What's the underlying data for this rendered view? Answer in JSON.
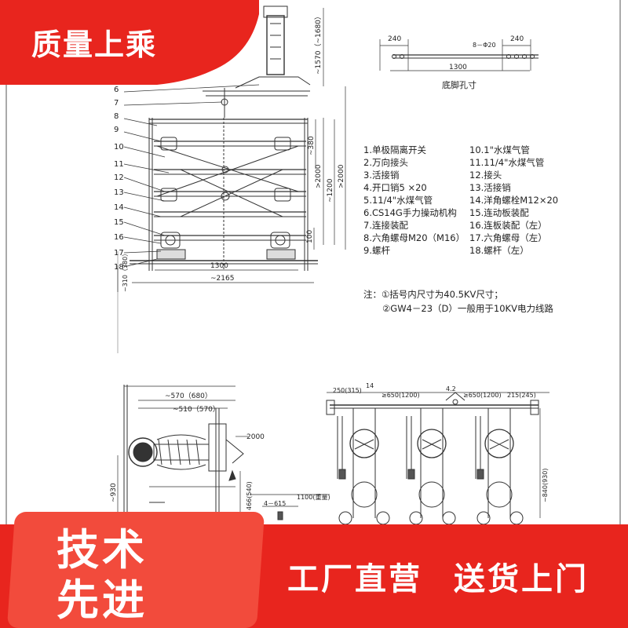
{
  "banner_top": {
    "text": "质量上乘",
    "color": "#e8251e"
  },
  "banner_bottom": {
    "badge_line1": "技术",
    "badge_line2": "先进",
    "slogan_left": "工厂直营",
    "slogan_right": "送货上门",
    "color": "#e8251e"
  },
  "base_holes": {
    "title": "底脚孔寸",
    "dim_left": "240",
    "dim_right": "240",
    "dim_holes": "8－Φ20",
    "dim_total": "1300"
  },
  "legend": [
    "1.单极隔离开关",
    "2.万向接头",
    "3.活接销",
    "4.开口销5 ×20",
    "5.11/4\"水煤气管",
    "6.CS14G手力操动机构",
    "7.连接装配",
    "8.六角螺母M20（M16）",
    "9.螺杆",
    "10.1\"水煤气管",
    "11.11/4\"水煤气管",
    "12.接头",
    "13.活接销",
    "14.洋角螺栓M12×20",
    "15.连动板装配",
    "16.连板装配（左）",
    "17.六角螺母（左）",
    "18.螺杆（左）"
  ],
  "notes": [
    "注：①括号内尺寸为40.5KV尺寸；",
    "②GW4－23（D）一般用于10KV电力线路"
  ],
  "front_view": {
    "part_numbers": [
      "6",
      "7",
      "8",
      "9",
      "10",
      "11",
      "12",
      "13",
      "14",
      "15",
      "16",
      "17",
      "18"
    ],
    "dim_top": "~1570（~1680）",
    "dim_380": "~380",
    "dim_2000_a": ">2000",
    "dim_1200": "~1200",
    "dim_2000_b": ">2000",
    "dim_100": "100",
    "dim_1300": "1300",
    "dim_2165": "~2165",
    "dim_310": "~310（380）"
  },
  "side_view": {
    "dim_570": "~570（680）",
    "dim_510": "~510（570）",
    "dim_2000": "2000",
    "dim_930": "~930",
    "dim_466": "466(540)",
    "dim_4615": "4－615",
    "dim_1100": "1100(重量)"
  },
  "three_phase": {
    "dim_250": "250(315)",
    "dim_14": "14",
    "dim_650_a": "≥650(1200)",
    "dim_42": "4.2",
    "dim_650_b": "≥650(1200)",
    "dim_215": "215(245)",
    "dim_840": "~840(930)"
  }
}
